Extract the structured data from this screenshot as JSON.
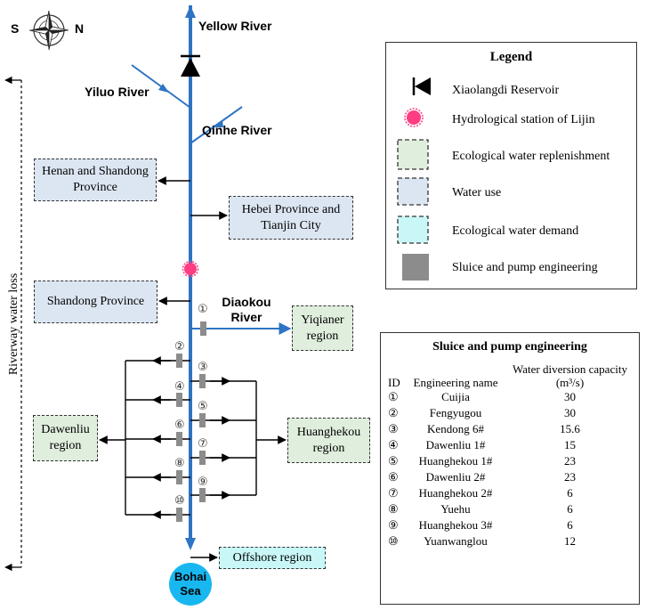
{
  "compass": {
    "s": "S",
    "n": "N"
  },
  "rivers": {
    "yellow": "Yellow River",
    "yiluo": "Yiluo River",
    "qinhe": "Qinhe River",
    "diaokou": "Diaokou River"
  },
  "regions": {
    "henan_shandong": "Henan and Shandong Province",
    "hebei_tianjin": "Hebei Province and Tianjin City",
    "shandong": "Shandong Province",
    "yiqianer": "Yiqianer region",
    "dawenliu": "Dawenliu region",
    "huanghekou": "Huanghekou region",
    "offshore": "Offshore region",
    "bohai": "Bohai Sea"
  },
  "riverway_loss": "Riverway water loss",
  "station_numbers": [
    "①",
    "②",
    "③",
    "④",
    "⑤",
    "⑥",
    "⑦",
    "⑧",
    "⑨",
    "⑩"
  ],
  "legend": {
    "title": "Legend",
    "items": [
      {
        "icon": "reservoir-icon",
        "label": "Xiaolangdi Reservoir"
      },
      {
        "icon": "hydrological-station-icon",
        "label": "Hydrological station of Lijin",
        "color": "#ff3d82"
      },
      {
        "icon": "eco-replenishment-box",
        "label": "Ecological water replenishment",
        "color": "#dfeedd"
      },
      {
        "icon": "water-use-box",
        "label": "Water use",
        "color": "#dce6f2"
      },
      {
        "icon": "eco-demand-box",
        "label": "Ecological water demand",
        "color": "#c9f7f7"
      },
      {
        "icon": "sluice-pump-icon",
        "label": "Sluice and pump engineering",
        "color": "#8c8c8c"
      }
    ]
  },
  "sluice_table": {
    "title": "Sluice and pump engineering",
    "headers": {
      "id": "ID",
      "name": "Engineering name",
      "capacity": "Water diversion capacity",
      "unit": "(m³/s)"
    },
    "rows": [
      {
        "id": "①",
        "name": "Cuijia",
        "capacity": "30"
      },
      {
        "id": "②",
        "name": "Fengyugou",
        "capacity": "30"
      },
      {
        "id": "③",
        "name": "Kendong 6#",
        "capacity": "15.6"
      },
      {
        "id": "④",
        "name": "Dawenliu 1#",
        "capacity": "15"
      },
      {
        "id": "⑤",
        "name": "Huanghekou 1#",
        "capacity": "23"
      },
      {
        "id": "⑥",
        "name": "Dawenliu 2#",
        "capacity": "23"
      },
      {
        "id": "⑦",
        "name": "Huanghekou 2#",
        "capacity": "6"
      },
      {
        "id": "⑧",
        "name": "Yuehu",
        "capacity": "6"
      },
      {
        "id": "⑨",
        "name": "Huanghekou 3#",
        "capacity": "6"
      },
      {
        "id": "⑩",
        "name": "Yuanwanglou",
        "capacity": "12"
      }
    ]
  },
  "colors": {
    "river": "#2e74c4",
    "station": "#ff3d82",
    "sluice": "#8c8c8c",
    "sea": "#18b7f0"
  }
}
